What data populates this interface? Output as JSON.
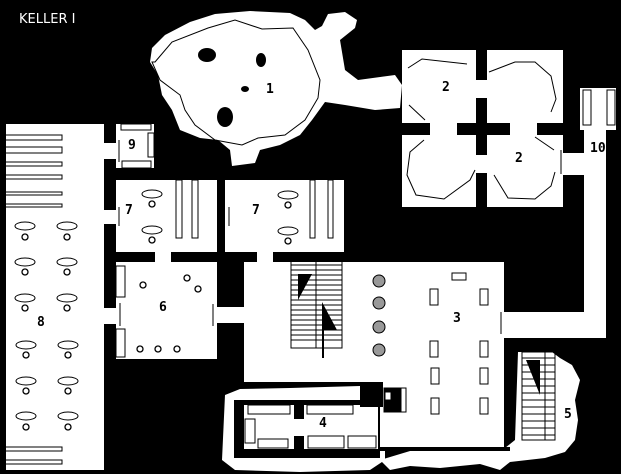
{
  "map": {
    "title": "KELLER I",
    "colors": {
      "background": "#000000",
      "floor": "#ffffff",
      "lines": "#000000"
    },
    "rooms": [
      {
        "id": "1",
        "label": "1"
      },
      {
        "id": "2a",
        "label": "2"
      },
      {
        "id": "2b",
        "label": "2"
      },
      {
        "id": "3",
        "label": "3"
      },
      {
        "id": "4",
        "label": "4"
      },
      {
        "id": "5",
        "label": "5"
      },
      {
        "id": "6",
        "label": "6"
      },
      {
        "id": "7a",
        "label": "7"
      },
      {
        "id": "7b",
        "label": "7"
      },
      {
        "id": "8",
        "label": "8"
      },
      {
        "id": "9",
        "label": "9"
      },
      {
        "id": "10",
        "label": "10"
      }
    ]
  }
}
